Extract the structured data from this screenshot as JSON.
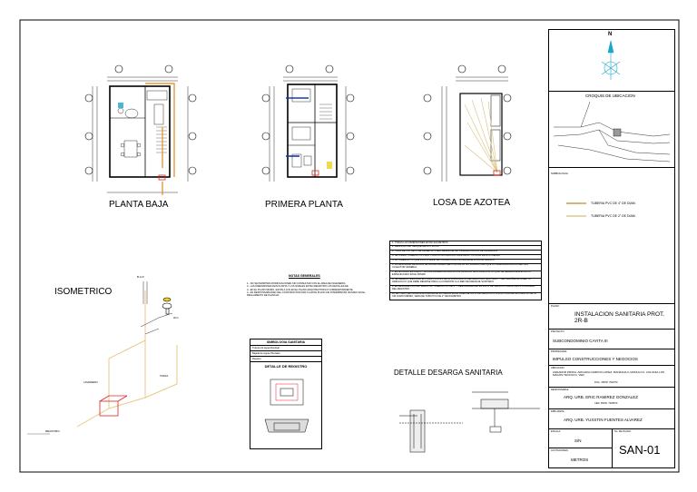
{
  "views": {
    "planta_baja": "PLANTA BAJA",
    "primera_planta": "PRIMERA PLANTA",
    "losa_azotea": "LOSA DE AZOTEA",
    "isometrico": "ISOMETRICO",
    "detalle_desarga": "DETALLE DESARGA SANITARIA",
    "detalle_registro": "DETALLE DE REGISTRO",
    "simbologia": "SIMBOLOGIA SANITARIA",
    "notas_generales": "NOTAS GENERALES"
  },
  "north_label": "N",
  "croquis_label": "CROQUIS DE UBICACION",
  "simbologia_block_label": "SIMBOLOGIA",
  "legend": [
    {
      "label": "TUBERIA PVC DE 4\" DE DIAM.",
      "color": "#c8a050"
    },
    {
      "label": "TUBERIA PVC DE 2\" DE DIAM.",
      "color": "#d8c890"
    }
  ],
  "iso_labels": {
    "bap": "B.A.P.",
    "lavadero": "LAVADERO",
    "tarja": "TARJA",
    "wc": "W.C.",
    "registro": "REGISTRO"
  },
  "notes_rows": [
    "1. TODAS LAS DIMENSIONES ESTAN EN METROS",
    "2. REGISTRO DE TABIQUE DE 60 X 40 CM",
    "3. TUBO DE PVC DE 4\" DE DIAMETRO PARA DESALOJE DE VIVIENDA CON 2% DE PENDIENTE",
    "4. SE USARA TUBERIA PVC PARA TODA LA INSTALACION SANITARIA Y PLUVIAL DE LA VIVIENDA",
    "5. LA TUBERIA PVC QUE VAYA VISIBLE SE PINTARA CON PINTURA BASE A COLOR BLANCO",
    "6. LA DESCARGA DE AGUAS SE INCORPORARA DEL PISO DE LOTE PRIVADO PARA QUE LA URBANIZADORA CONECTE A COLECTOR GENERAL",
    "7. ESTE PLANO ES UNICO Y EXCLUSIVAMENTE PARA LA INSTALACION SANITARIA POR LO QUE SE DEBERA RESPETAR LO ESPECIFICADO EN EL MISMO",
    "8. SE DEBERA VERIFICAR EN CAMPO ANTES DE LA COLOCACION DEL REGISTRO SANITARIO Y DEL ALBAÑAL EL DIRECTO HIDRAULICO QUE DEBE REGIRSE PARA LA CONEXION A LA RED DE DRENAJE SANITARIO",
    "9. EL DESAGUE PLUVIAL SERA POR TUBERIA PVC DE 4\" Y DESCARGARA EN EL PATIO DE SERVICIO CERCA DE LA COLADERA DEL REGISTRO",
    "10. EL TUBO VENTILADOR ESTARA EN EL EXTERIOR EN EL AREA DE PATIO DE SERVICIO A UNA ALTURA DEL ENTREPISO DE 50 CM COMO MINIMO, SERA DE TUBO PVC DE 2\" DE DIAMETRO"
  ],
  "general_notes": [
    "1.- NO SE PERMITEN MODIFICACIONES SIN CONSULTAR CON EL AREA DE INGENIERIA",
    "2.- LAS DIMENSIONES DEN PLANTA Y LOS NIVELES ESTAN REGIDTRO LOS DETALLES DE",
    "3.- EN EL PLANO MISMO, ESTAN A LOS EN EL PLANO ARQUITECTONICO CORRESPONDIENTE",
    "4.- ES RESPONSABILIDAD DEL CONSTRUCTOR DAR A A ESTE PLANO ASI INTERPRETAR, BASADO EN EL REGLAMENTO DE PLANCHA"
  ],
  "simbologia_rows": [
    "Tuberia de Agua Residual",
    "Bajada de Aguas Pluviales",
    "Registro"
  ],
  "title_block": {
    "plano_label": "PLANO:",
    "plano": "INSTALACION SANITARIA PROT. 2R-B",
    "proyecto_label": "PROYECTO:",
    "proyecto": "SUBCONDOMINIO CAYITA III",
    "propietario_label": "PROPIETARIA:",
    "propietario": "IMPULSO CONSTRUCCIONES Y NEGOCIOS",
    "ubicacion_label": "UBICACION:",
    "ubicacion": "ANDADOR PROFA. ARCADIA CAMPOS LOPEZ, MANZANA II, MODULO II, COLONIA LOS MAGOS TEXCOCO, VER.",
    "ubicacion_sub": "DUA.. PROP. 792/070",
    "responsable_label": "RESPONSABLE:",
    "responsable": "ARQ. URB. ERIC RAMIREZ GONZALEZ",
    "responsable_sub": "CED. PROF. 7029570",
    "dibujo_label": "DIBUJANTE:",
    "dibujo": "ARQ. URB. YUXSTIN FUENTES ALVAREZ",
    "escala_label": "ESCALA:",
    "escala": "S/N",
    "acot_label": "ACOTACIONES:",
    "acot": "METROS",
    "clave_label": "No. DE PLANO:",
    "clave": "SAN-01"
  },
  "colors": {
    "pipe_main": "#e39a3a",
    "pipe_light": "#d8c27a",
    "wall_blue": "#1a3aa6",
    "red": "#e02020",
    "cyan": "#1aa7c8",
    "yellow": "#f0d020"
  }
}
